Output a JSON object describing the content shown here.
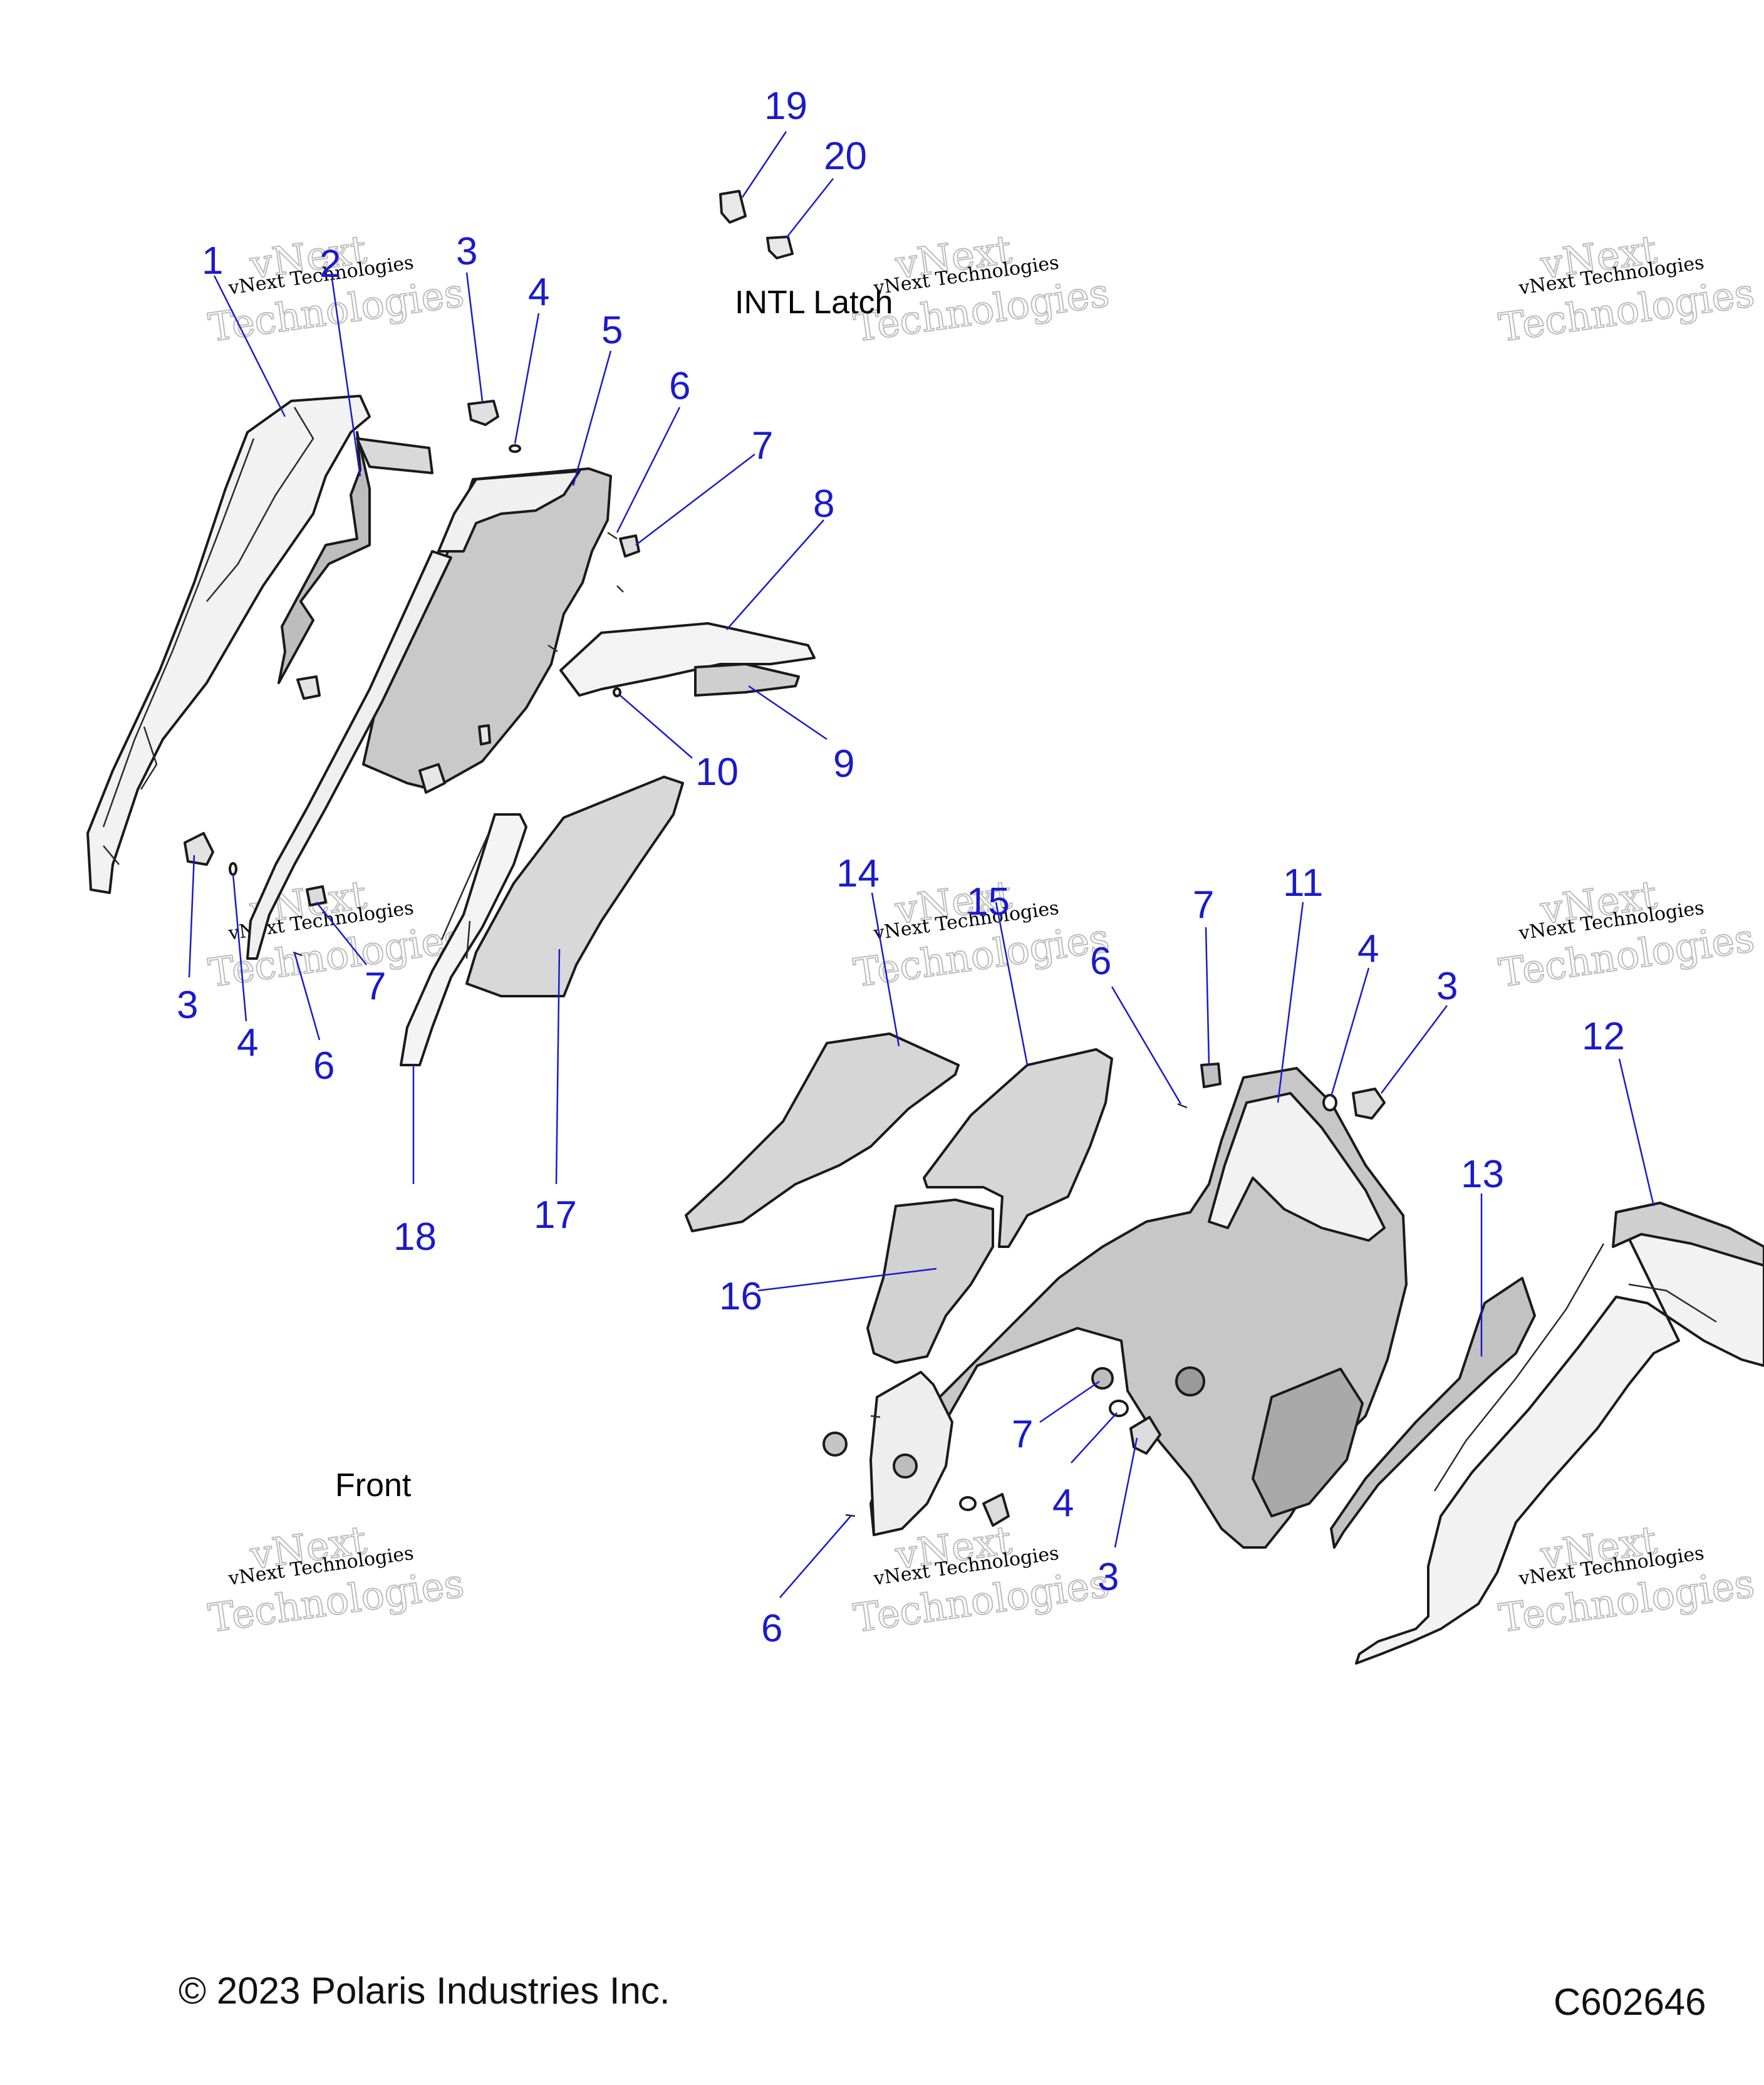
{
  "captions": {
    "intl_latch": "INTL Latch",
    "front": "Front"
  },
  "footer": {
    "copyright": "© 2023 Polaris Industries Inc.",
    "diagram_code": "C602646"
  },
  "watermark": {
    "line1": "vNext Technologies",
    "line2": "vNext",
    "line3": "Technologies"
  },
  "callouts": {
    "c1": "1",
    "c2": "2",
    "c3a": "3",
    "c4a": "4",
    "c5": "5",
    "c6a": "6",
    "c7a": "7",
    "c8": "8",
    "c9": "9",
    "c10": "10",
    "c19": "19",
    "c20": "20",
    "c3b": "3",
    "c4b": "4",
    "c6b": "6",
    "c7b": "7",
    "c17": "17",
    "c18": "18",
    "c14": "14",
    "c15": "15",
    "c16": "16",
    "c6c": "6",
    "c7c": "7",
    "c11": "11",
    "c4c": "4",
    "c3c": "3",
    "c12": "12",
    "c13": "13",
    "c7d": "7",
    "c4d": "4",
    "c3d": "3",
    "c6d": "6"
  },
  "colors": {
    "callout_blue": "#1a1acc",
    "part_fill_light": "#f2f2f2",
    "part_fill_mid": "#d6d6d6",
    "part_fill_dark": "#9a9a9a",
    "outline": "#1a1a1a"
  }
}
